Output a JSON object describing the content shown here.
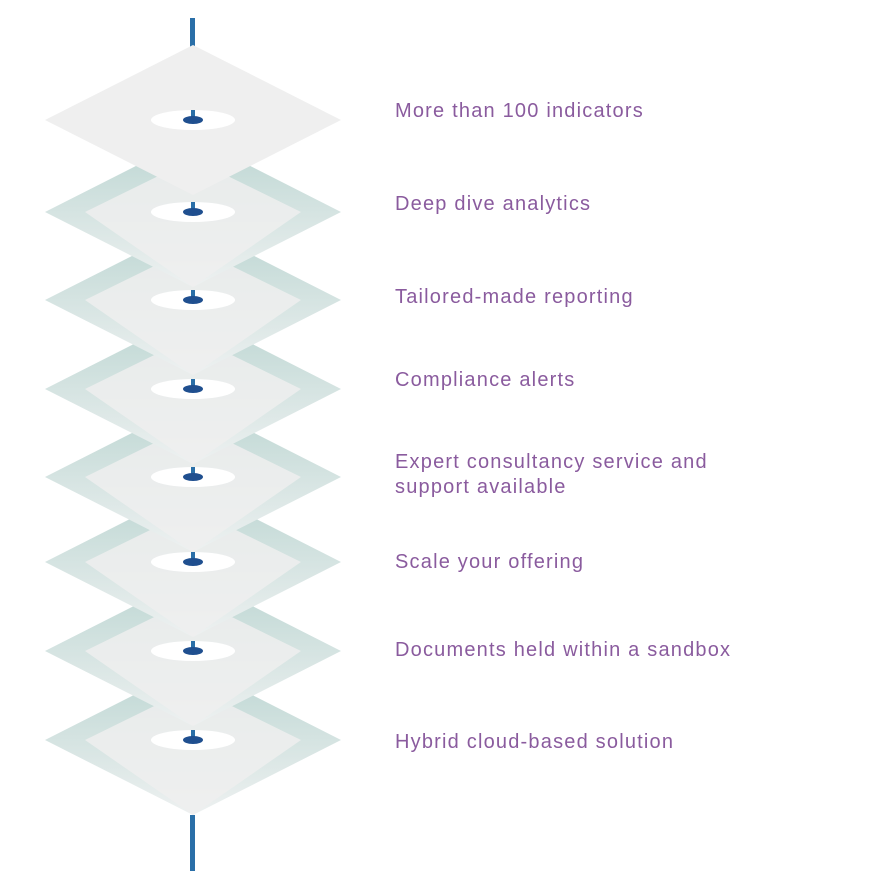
{
  "features": [
    "More than 100 indicators",
    "Deep dive analytics",
    "Tailored-made reporting",
    "Compliance alerts",
    "Expert consultancy service and support available",
    "Scale your offering",
    "Documents held within a sandbox",
    "Hybrid cloud-based solution"
  ],
  "colors": {
    "text": "#8a5b9e",
    "pole": "#2a6fa8",
    "pin": "#1f4f8f",
    "layer_light": "#efefef",
    "layer_shadow": "#c9dedb",
    "hole": "#ffffff"
  }
}
